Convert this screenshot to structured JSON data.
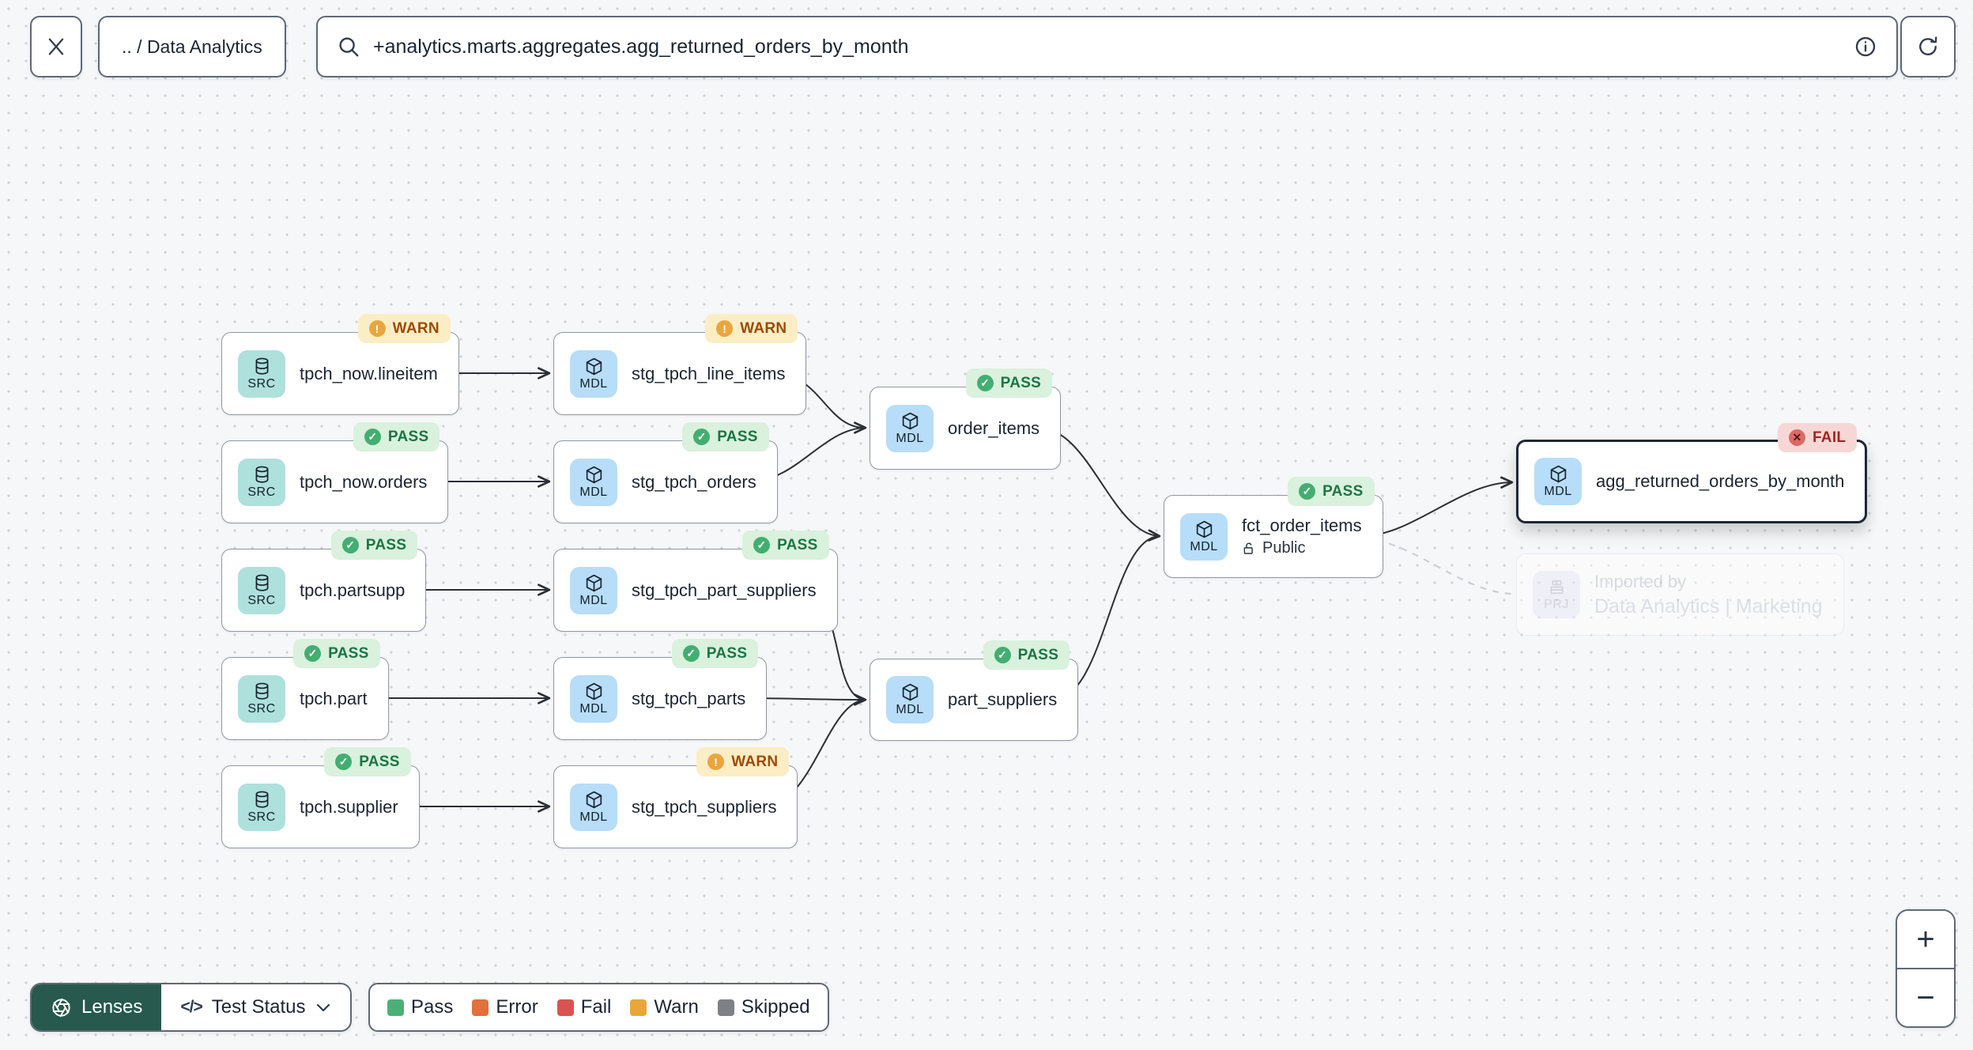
{
  "header": {
    "breadcrumb": ".. / Data Analytics",
    "search_value": "+analytics.marts.aggregates.agg_returned_orders_by_month"
  },
  "icons": {
    "badge": {
      "PASS": "✓",
      "WARN": "!",
      "FAIL": "✕"
    }
  },
  "graph": {
    "nodes": [
      {
        "label": "tpch_now.lineitem",
        "type": "SRC",
        "status": "WARN"
      },
      {
        "label": "stg_tpch_line_items",
        "type": "MDL",
        "status": "WARN"
      },
      {
        "label": "tpch_now.orders",
        "type": "SRC",
        "status": "PASS"
      },
      {
        "label": "stg_tpch_orders",
        "type": "MDL",
        "status": "PASS"
      },
      {
        "label": "tpch.partsupp",
        "type": "SRC",
        "status": "PASS"
      },
      {
        "label": "stg_tpch_part_suppliers",
        "type": "MDL",
        "status": "PASS"
      },
      {
        "label": "tpch.part",
        "type": "SRC",
        "status": "PASS"
      },
      {
        "label": "stg_tpch_parts",
        "type": "MDL",
        "status": "PASS"
      },
      {
        "label": "tpch.supplier",
        "type": "SRC",
        "status": "PASS"
      },
      {
        "label": "stg_tpch_suppliers",
        "type": "MDL",
        "status": "WARN"
      },
      {
        "label": "order_items",
        "type": "MDL",
        "status": "PASS"
      },
      {
        "label": "part_suppliers",
        "type": "MDL",
        "status": "PASS"
      },
      {
        "label": "fct_order_items",
        "type": "MDL",
        "status": "PASS",
        "access": "Public"
      },
      {
        "label": "agg_returned_orders_by_month",
        "type": "MDL",
        "status": "FAIL",
        "selected": true
      },
      {
        "label_line1": "Imported by",
        "label_line2": "Data Analytics | Marketing",
        "type": "PRJ",
        "faded": true
      }
    ],
    "edges": [
      {
        "from": "tpch_now.lineitem",
        "to": "stg_tpch_line_items"
      },
      {
        "from": "tpch_now.orders",
        "to": "stg_tpch_orders"
      },
      {
        "from": "tpch.partsupp",
        "to": "stg_tpch_part_suppliers"
      },
      {
        "from": "tpch.part",
        "to": "stg_tpch_parts"
      },
      {
        "from": "tpch.supplier",
        "to": "stg_tpch_suppliers"
      },
      {
        "from": "stg_tpch_line_items",
        "to": "order_items"
      },
      {
        "from": "stg_tpch_orders",
        "to": "order_items"
      },
      {
        "from": "stg_tpch_part_suppliers",
        "to": "part_suppliers"
      },
      {
        "from": "stg_tpch_parts",
        "to": "part_suppliers"
      },
      {
        "from": "stg_tpch_suppliers",
        "to": "part_suppliers"
      },
      {
        "from": "order_items",
        "to": "fct_order_items"
      },
      {
        "from": "part_suppliers",
        "to": "fct_order_items"
      },
      {
        "from": "fct_order_items",
        "to": "agg_returned_orders_by_month"
      },
      {
        "from": "fct_order_items",
        "to": "Data Analytics | Marketing",
        "style": "dashed"
      }
    ]
  },
  "toolbar": {
    "lenses_label": "Lenses",
    "lens_selector": {
      "code_icon": "</>",
      "label": "Test Status"
    },
    "legend": [
      {
        "label": "Pass",
        "color": "#4cb076"
      },
      {
        "label": "Error",
        "color": "#e1703c"
      },
      {
        "label": "Fail",
        "color": "#d95450"
      },
      {
        "label": "Warn",
        "color": "#e9a63b"
      },
      {
        "label": "Skipped",
        "color": "#7e8085"
      }
    ]
  },
  "zoom_controls": {
    "zoom_in": "+",
    "zoom_out": "−"
  }
}
